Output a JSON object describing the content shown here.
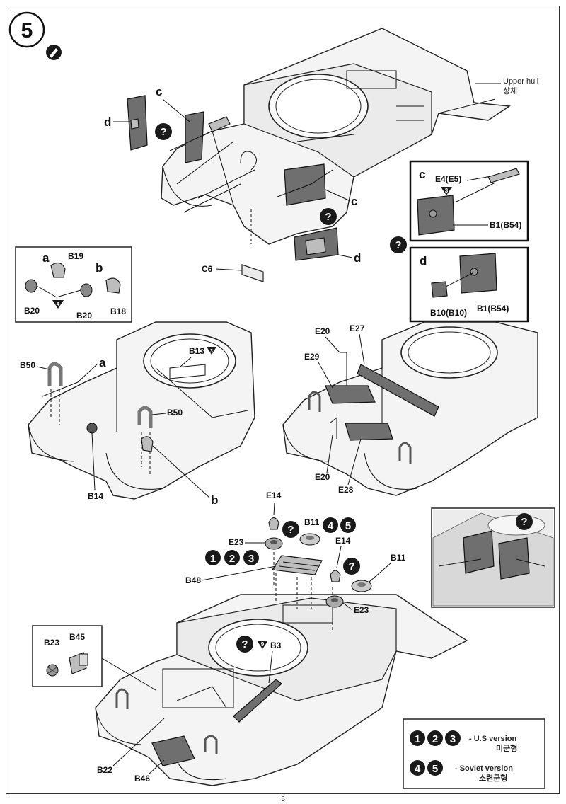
{
  "step": {
    "number": "5"
  },
  "labels": {
    "upper_hull": "Upper hull",
    "upper_hull_kr": "상체",
    "c": "c",
    "d": "d",
    "a": "a",
    "b": "b",
    "C6": "C6",
    "B19": "B19",
    "B20": "B20",
    "B18": "B18",
    "E4E5": "E4(E5)",
    "B1B54": "B1(B54)",
    "B10B10": "B10(B10)",
    "B50": "B50",
    "B13": "B13",
    "B14": "B14",
    "E20": "E20",
    "E27": "E27",
    "E29": "E29",
    "E28": "E28",
    "E14": "E14",
    "E23": "E23",
    "B11": "B11",
    "B48": "B48",
    "B3": "B3",
    "B23": "B23",
    "B45": "B45",
    "B22": "B22",
    "B46": "B46"
  },
  "small_markers": {
    "m4": "4",
    "m3": "3",
    "m9": "9",
    "q": "?"
  },
  "version_numbers": {
    "one": "1",
    "two": "2",
    "three": "3",
    "four": "4",
    "five": "5"
  },
  "legend": {
    "us_text": "- U.S version",
    "us_kr": "미군형",
    "soviet_text": "- Soviet version",
    "soviet_kr": "소련군형"
  },
  "page_number": "5"
}
